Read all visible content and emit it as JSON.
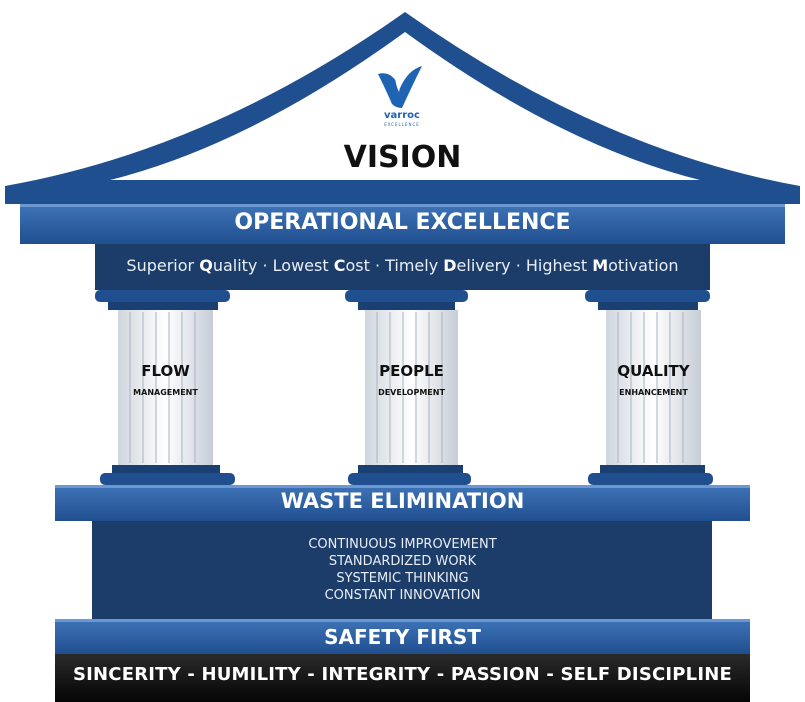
{
  "logo": {
    "brand": "varroc",
    "tagline": "EXCELLENCE"
  },
  "roof": {
    "title": "VISION"
  },
  "entablature": {
    "title": "OPERATIONAL EXCELLENCE",
    "subtitle_parts": [
      {
        "bold": "",
        "text": "Superior "
      },
      {
        "bold": "Q",
        "text": "uality · Lowest "
      },
      {
        "bold": "C",
        "text": "ost · Timely "
      },
      {
        "bold": "D",
        "text": "elivery · Highest "
      },
      {
        "bold": "M",
        "text": "otivation"
      }
    ]
  },
  "pillars": [
    {
      "title": "FLOW",
      "subtitle": "MANAGEMENT"
    },
    {
      "title": "PEOPLE",
      "subtitle": "DEVELOPMENT"
    },
    {
      "title": "QUALITY",
      "subtitle": "ENHANCEMENT"
    }
  ],
  "foundation": {
    "title": "WASTE ELIMINATION",
    "items": [
      "CONTINUOUS IMPROVEMENT",
      "STANDARDIZED WORK",
      "SYSTEMIC THINKING",
      "CONSTANT INNOVATION"
    ]
  },
  "base": {
    "title": "SAFETY FIRST",
    "values": "SINCERITY - HUMILITY - INTEGRITY - PASSION - SELF DISCIPLINE"
  },
  "colors": {
    "primary_blue": "#1f4f8f",
    "light_blue": "#3b6fb2",
    "navy": "#1b3a63",
    "black": "#0b0b0b",
    "white": "#ffffff"
  }
}
